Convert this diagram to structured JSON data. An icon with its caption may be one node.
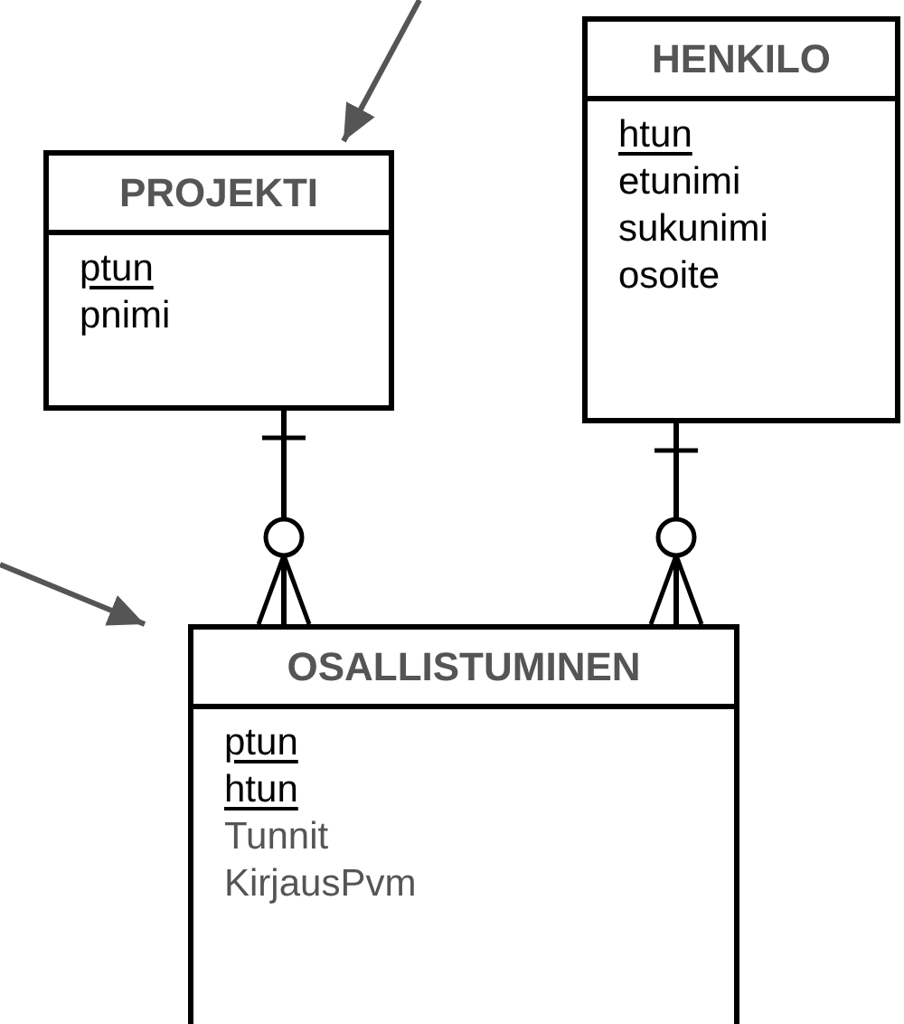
{
  "diagram": {
    "nodes": [
      {
        "text": [
          "PROJEKTI",
          "ptun",
          "pnimi"
        ]
      },
      {
        "text": [
          "HENKILO",
          "htun",
          "etunimi",
          "sukunimi",
          "osoite"
        ]
      },
      {
        "text": [
          "OSALLISTUMINEN",
          "ptun",
          "htun",
          "Tunnit",
          "KirjausPvm"
        ]
      }
    ],
    "edges": [
      {
        "from": null,
        "to": 0,
        "arrow": "to",
        "color": "#555555"
      },
      {
        "from": null,
        "to": 2,
        "arrow": "to",
        "color": "#555555"
      },
      {
        "from": 0,
        "to": 2,
        "arrow": "other"
      },
      {
        "from": 1,
        "to": 2,
        "arrow": "other"
      }
    ]
  }
}
